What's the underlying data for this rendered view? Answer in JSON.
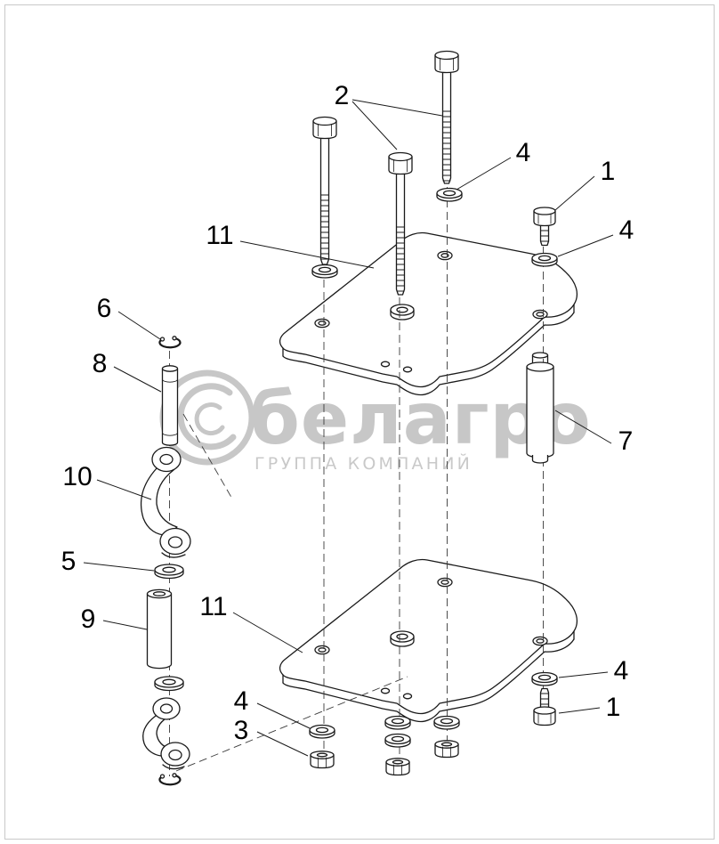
{
  "diagram": {
    "watermark": {
      "brand": "белагро",
      "subtitle": "ГРУППА КОМПАНИЙ"
    },
    "callouts": [
      {
        "label": "2"
      },
      {
        "label": "4"
      },
      {
        "label": "1"
      },
      {
        "label": "4"
      },
      {
        "label": "11"
      },
      {
        "label": "6"
      },
      {
        "label": "8"
      },
      {
        "label": "10"
      },
      {
        "label": "7"
      },
      {
        "label": "5"
      },
      {
        "label": "9"
      },
      {
        "label": "11"
      },
      {
        "label": "4"
      },
      {
        "label": "1"
      },
      {
        "label": "4"
      },
      {
        "label": "3"
      }
    ],
    "colors": {
      "line": "#1a1a1a",
      "watermark": "#c7c7c7",
      "background": "#ffffff"
    }
  }
}
